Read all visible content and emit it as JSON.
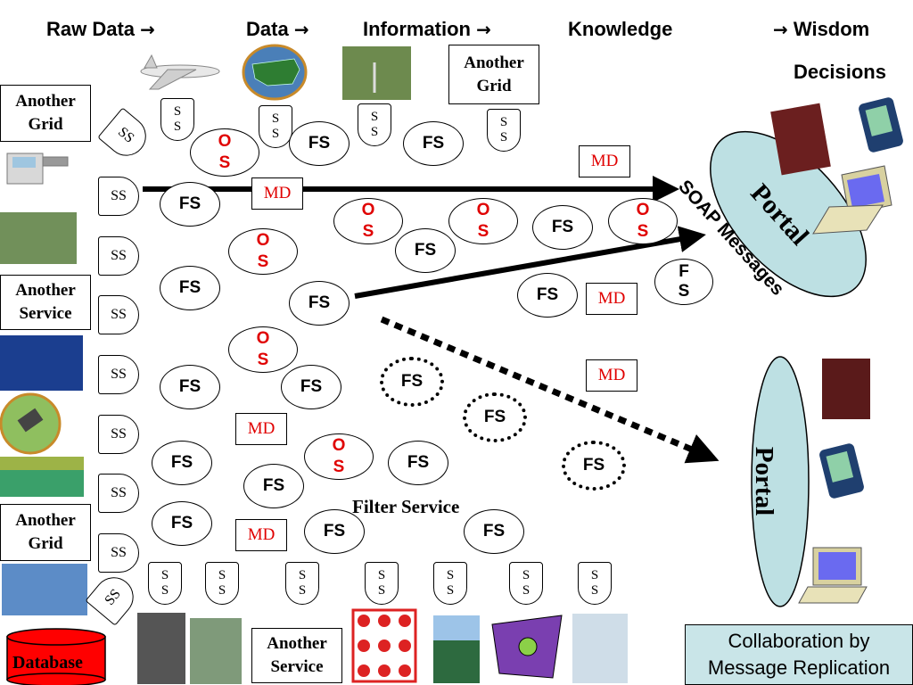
{
  "header": {
    "raw_data": "Raw Data",
    "data": "Data",
    "information": "Information",
    "knowledge": "Knowledge",
    "wisdom": "Wisdom",
    "decisions": "Decisions",
    "arrow_glyph": "→"
  },
  "labels": {
    "fs": "FS",
    "os_line1": "O",
    "os_line2": "S",
    "ss": "SS",
    "ss_line1": "S",
    "ss_line2": "S",
    "md": "MD",
    "fs_line1": "F",
    "fs_line2": "S",
    "another_grid_line1": "Another",
    "another_grid_line2": "Grid",
    "another_service_line1": "Another",
    "another_service_line2": "Service",
    "database": "Database",
    "filter_service": "Filter Service",
    "portal": "Portal",
    "soap_messages": "SOAP Messages",
    "collab_line1": "Collaboration by",
    "collab_line2": "Message Replication"
  },
  "colors": {
    "portal_fill": "#bde0e3",
    "collab_fill": "#c9e5e8",
    "md_text": "#e00000",
    "os_text": "#e00000",
    "database_fill": "#ff0000"
  },
  "icons": {
    "airplane": "airplane-icon",
    "us_map": "us-map-icon",
    "phone": "mobile-phone-icon",
    "satellite": "satellite-icon",
    "pda": "pda-icon",
    "laptop": "laptop-icon",
    "person": "person-photo-icon"
  }
}
